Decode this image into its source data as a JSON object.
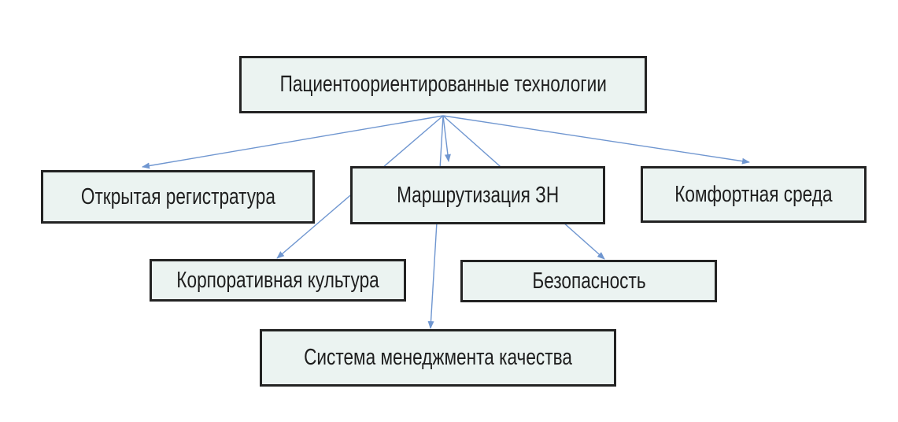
{
  "root": {
    "label": "Пациентоориентированные технологии"
  },
  "children": [
    {
      "label": "Открытая регистратура"
    },
    {
      "label": "Маршрутизация ЗН"
    },
    {
      "label": "Комфортная среда"
    },
    {
      "label": "Корпоративная культура"
    },
    {
      "label": "Безопасность"
    },
    {
      "label": "Система менеджмента качества"
    }
  ],
  "colors": {
    "arrow": "#6f96d0",
    "box_fill": "#ebf3f1",
    "border": "#232323"
  }
}
